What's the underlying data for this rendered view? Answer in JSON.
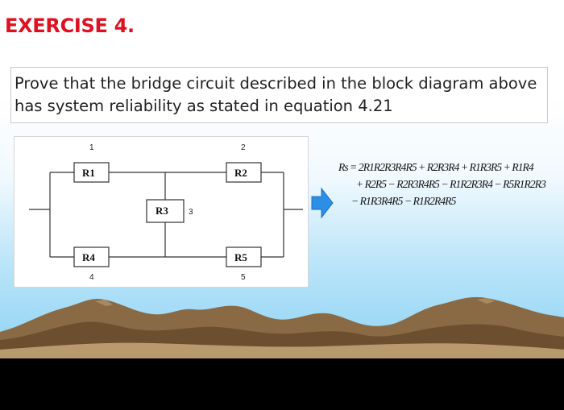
{
  "slide": {
    "title": "EXERCISE 4.",
    "prompt": "Prove that the bridge circuit described in the block diagram above has system reliability as stated in equation 4.21"
  },
  "diagram": {
    "blocks": [
      {
        "label": "R1",
        "number": "1"
      },
      {
        "label": "R2",
        "number": "2"
      },
      {
        "label": "R3",
        "number": "3"
      },
      {
        "label": "R4",
        "number": "4"
      },
      {
        "label": "R5",
        "number": "5"
      }
    ]
  },
  "equation": {
    "line1": "Rs = 2R1R2R3R4R5 + R2R3R4 + R1R3R5 + R1R4",
    "line2": "+ R2R5 − R2R3R4R5 − R1R2R3R4 − R5R1R2R3",
    "line3": "− R1R3R4R5 − R1R2R4R5"
  },
  "colors": {
    "title": "#e01020",
    "arrow": "#2b8fe6",
    "sky_bottom": "#8fd3f4",
    "mountain": "#8a6a45"
  },
  "icons": {
    "arrow": "right-arrow-icon"
  }
}
